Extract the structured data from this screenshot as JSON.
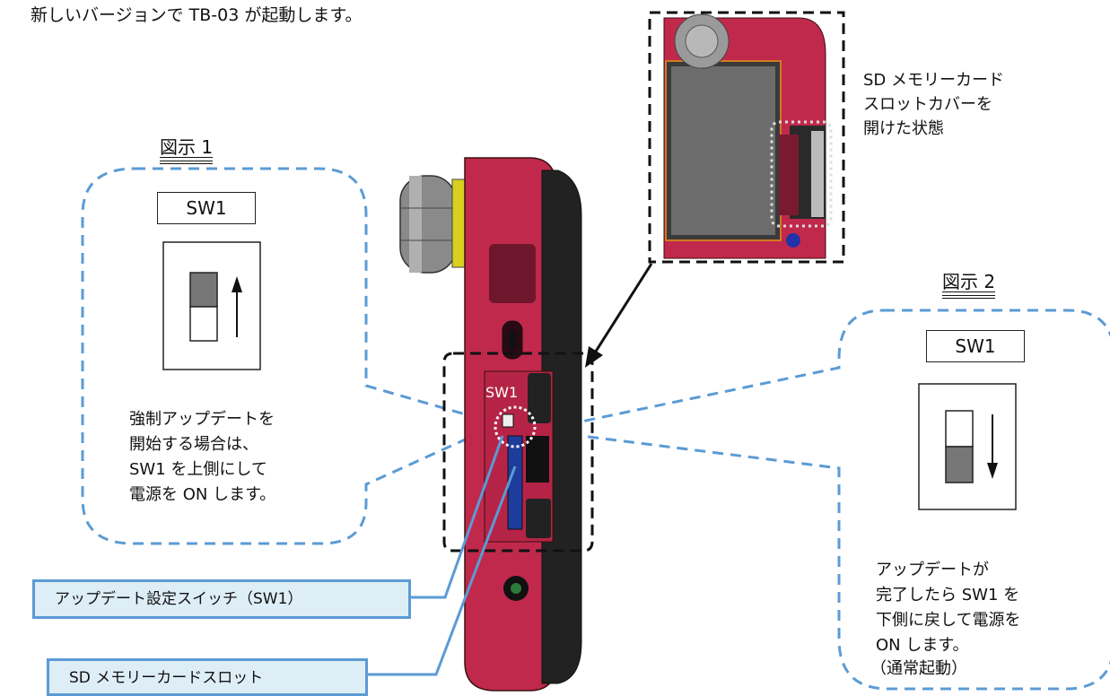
{
  "heading": "新しいバージョンで TB-03 が起動します。",
  "colors": {
    "device_body": "#c0294c",
    "dashed_blue": "#5b9bd5",
    "callout_bg": "#deeef7",
    "switch_on": "#777777"
  },
  "inset": {
    "caption_lines": [
      "SD メモリーカード",
      "スロットカバーを",
      "開けた状態"
    ]
  },
  "figure1": {
    "title": "図示 1",
    "switch_label": "SW1",
    "switch_position": "up",
    "description_lines": [
      "強制アップデートを",
      "開始する場合は、",
      "SW1 を上側にして",
      "電源を ON します。"
    ]
  },
  "figure2": {
    "title": "図示 2",
    "switch_label": "SW1",
    "switch_position": "down",
    "description_lines": [
      "アップデートが",
      "完了したら SW1 を",
      "下側に戻して電源を",
      "ON します。",
      "（通常起動）"
    ]
  },
  "device": {
    "sw1_label": "SW1"
  },
  "callouts": {
    "switch": "アップデート設定スイッチ（SW1）",
    "sd_slot": "SD メモリーカードスロット"
  }
}
